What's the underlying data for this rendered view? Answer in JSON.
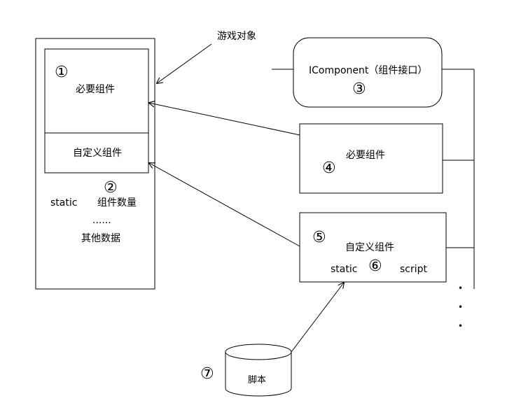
{
  "game_object": {
    "caption": "游戏对象",
    "required_label": "必要组件",
    "custom_label": "自定义组件",
    "static_label": "static",
    "count_label": "组件数量",
    "ellipsis": "......",
    "other_label": "其他数据",
    "marker_1": "①",
    "marker_2": "②"
  },
  "interface": {
    "label": "IComponent（组件接口）",
    "marker": "③"
  },
  "required_component": {
    "label": "必要组件",
    "marker": "④"
  },
  "custom_component": {
    "label": "自定义组件",
    "static_label": "static",
    "script_label": "script",
    "marker_5": "⑤",
    "marker_6": "⑥"
  },
  "script_db": {
    "label": "脚本",
    "marker": "⑦"
  },
  "more_dots": [
    "•",
    "•",
    "•"
  ]
}
